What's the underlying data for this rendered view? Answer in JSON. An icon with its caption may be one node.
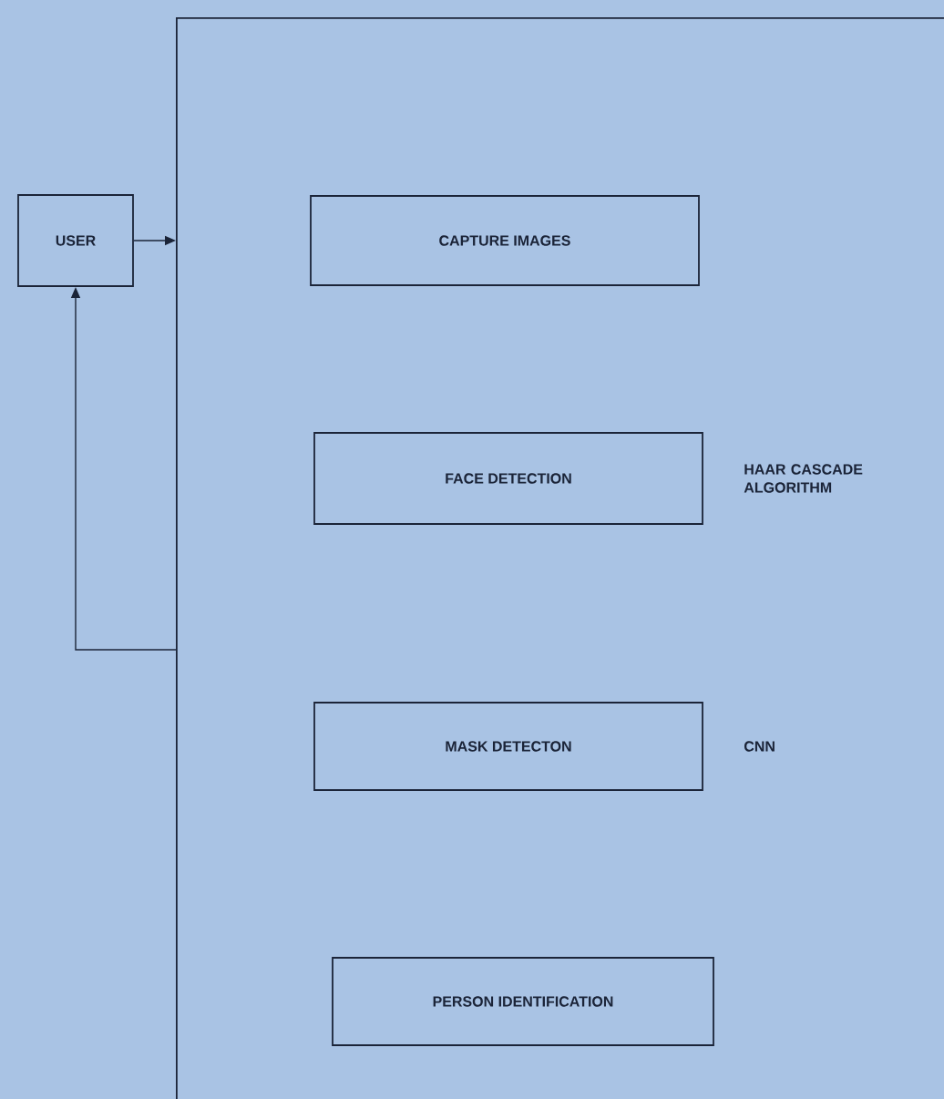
{
  "diagram": {
    "nodes": [
      {
        "text": [
          "USER"
        ]
      },
      {
        "text": [],
        "shape": "box"
      },
      {
        "text": [
          "CAPTURE IMAGES"
        ],
        "in": 1
      },
      {
        "text": [
          "FACE DETECTION"
        ],
        "in": 1,
        "beside": [
          "HAAR CASCADE ALGORITHM"
        ]
      },
      {
        "text": [
          "MASK DETECTON"
        ],
        "in": 1,
        "beside": [
          "CNN"
        ]
      },
      {
        "text": [
          "PERSON IDENTIFICATION"
        ],
        "in": 1
      }
    ],
    "edges": [
      {
        "from": 0,
        "to": 1,
        "arrow": "to"
      },
      {
        "from": 1,
        "to": 0,
        "arrow": "to"
      }
    ]
  }
}
